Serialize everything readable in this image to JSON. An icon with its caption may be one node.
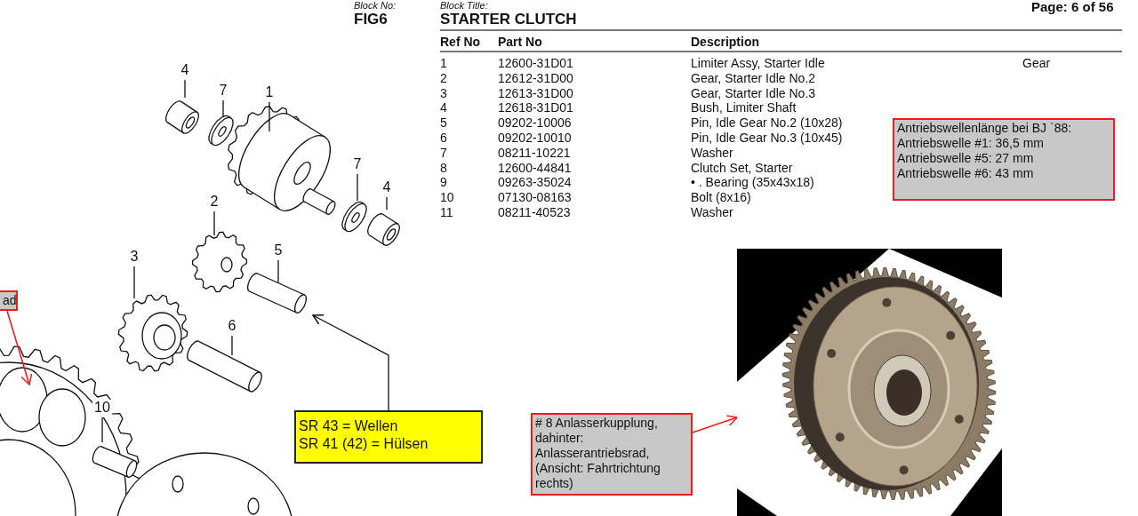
{
  "diagram": {
    "title": "STARTER CLUTCH",
    "nodes": [
      {
        "text": [
          "ad"
        ]
      },
      {
        "text": [
          "SR 43 = Wellen",
          "SR 41 (42) = Hülsen"
        ]
      },
      {
        "text": [
          "Antriebswellenlänge bei BJ `88:",
          "Antriebswelle #1: 36,5 mm",
          "Antriebswelle #5: 27 mm",
          "Antriebswelle #6: 43 mm"
        ]
      },
      {
        "text": [
          "# 8 Anlasserkupplung, dahinter: Anlasserantriebsrad, (Ansicht: Fahrtrichtung rechts)"
        ]
      },
      {
        "text": [],
        "shape": "picture"
      },
      {
        "text": [
          "4"
        ]
      },
      {
        "text": [
          "7"
        ]
      },
      {
        "text": [
          "1"
        ]
      },
      {
        "text": [
          "7"
        ]
      },
      {
        "text": [
          "4"
        ]
      },
      {
        "text": [
          "2"
        ]
      },
      {
        "text": [
          "5"
        ]
      },
      {
        "text": [
          "3"
        ]
      },
      {
        "text": [
          "6"
        ]
      },
      {
        "text": [
          "10"
        ]
      }
    ],
    "edges": [
      {
        "from": 0,
        "to": null,
        "arrow": "to",
        "color": "#e8201c"
      },
      {
        "from": 1,
        "to": null,
        "arrow": "to"
      },
      {
        "from": 3,
        "to": 4,
        "arrow": "to",
        "color": "#e8201c"
      },
      {
        "from": 5,
        "to": null,
        "arrow": "none"
      },
      {
        "from": 6,
        "to": null,
        "arrow": "none"
      },
      {
        "from": 7,
        "to": null,
        "arrow": "none"
      },
      {
        "from": 8,
        "to": null,
        "arrow": "none"
      },
      {
        "from": 9,
        "to": null,
        "arrow": "none"
      },
      {
        "from": 10,
        "to": null,
        "arrow": "none"
      },
      {
        "from": 11,
        "to": null,
        "arrow": "none"
      },
      {
        "from": 12,
        "to": null,
        "arrow": "none"
      },
      {
        "from": 13,
        "to": null,
        "arrow": "none"
      },
      {
        "from": 14,
        "to": null,
        "arrow": "none"
      }
    ],
    "labels": [
      "Block No:",
      "Block Title:",
      "Page: 6 of 56",
      "FIG6",
      "Ref No",
      "Part No",
      "Description",
      "1",
      "12600-31D01",
      "Limiter Assy, Starter Idle",
      "Gear",
      "2",
      "12612-31D00",
      "Gear, Starter Idle No.2",
      "3",
      "12613-31D00",
      "Gear, Starter Idle No.3",
      "4",
      "12618-31D01",
      "Bush, Limiter Shaft",
      "5",
      "09202-10006",
      "Pin, Idle Gear No.2 (10x28)",
      "6",
      "09202-10010",
      "Pin, Idle Gear No.3 (10x45)",
      "7",
      "08211-10221",
      "Washer",
      "8",
      "12600-44841",
      "Clutch Set, Starter",
      "9",
      "09263-35024",
      "• . Bearing (35x43x18)",
      "10",
      "07130-08163",
      "Bolt (8x16)",
      "11",
      "08211-40523",
      "Washer"
    ]
  }
}
